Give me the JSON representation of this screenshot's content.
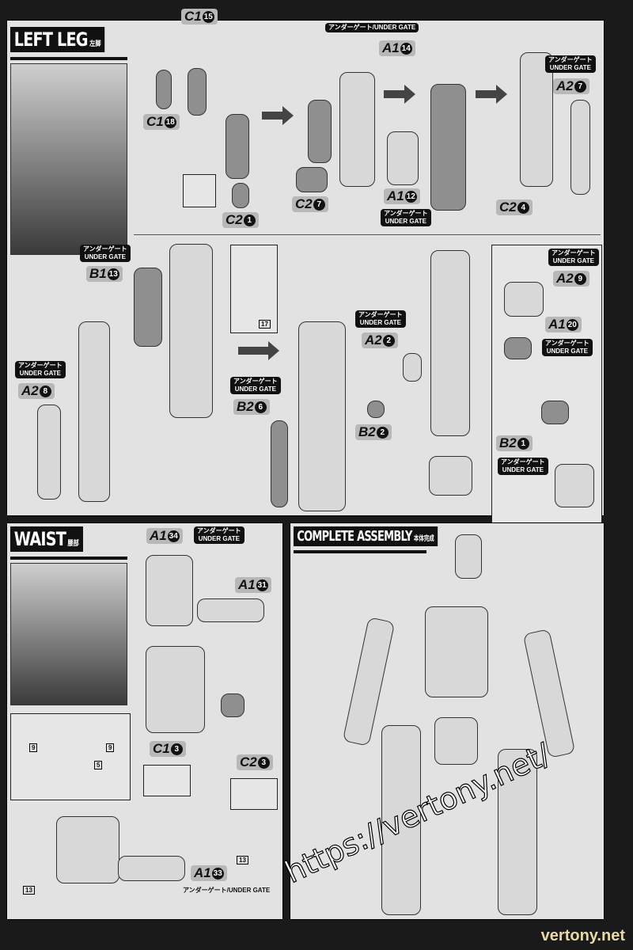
{
  "sections": {
    "left_leg": {
      "title": "LEFT LEG",
      "title_jp": "左脚"
    },
    "waist": {
      "title": "WAIST",
      "title_jp": "腰部"
    },
    "complete": {
      "title": "COMPLETE ASSEMBLY",
      "title_jp": "本体完成"
    }
  },
  "under_gate": "アンダーゲート/UNDER GATE",
  "under_gate_jp": "アンダーゲート",
  "under_gate_en": "UNDER GATE",
  "parts": [
    {
      "runner": "C1",
      "num": "15"
    },
    {
      "runner": "A1",
      "num": "14"
    },
    {
      "runner": "A2",
      "num": "7"
    },
    {
      "runner": "C1",
      "num": "18"
    },
    {
      "runner": "C2",
      "num": "1"
    },
    {
      "runner": "C2",
      "num": "7"
    },
    {
      "runner": "A1",
      "num": "12"
    },
    {
      "runner": "C2",
      "num": "4"
    },
    {
      "runner": "B1",
      "num": "13"
    },
    {
      "runner": "A2",
      "num": "8"
    },
    {
      "runner": "B2",
      "num": "6"
    },
    {
      "runner": "A2",
      "num": "2"
    },
    {
      "runner": "B2",
      "num": "2"
    },
    {
      "runner": "A2",
      "num": "9"
    },
    {
      "runner": "A1",
      "num": "20"
    },
    {
      "runner": "B2",
      "num": "1"
    },
    {
      "runner": "A1",
      "num": "34"
    },
    {
      "runner": "A1",
      "num": "31"
    },
    {
      "runner": "C1",
      "num": "3"
    },
    {
      "runner": "C2",
      "num": "3"
    },
    {
      "runner": "A1",
      "num": "33"
    }
  ],
  "page_refs": [
    "17",
    "9",
    "9",
    "5",
    "13",
    "13"
  ],
  "watermark": "https://vertony.net/",
  "site": "vertony.net"
}
